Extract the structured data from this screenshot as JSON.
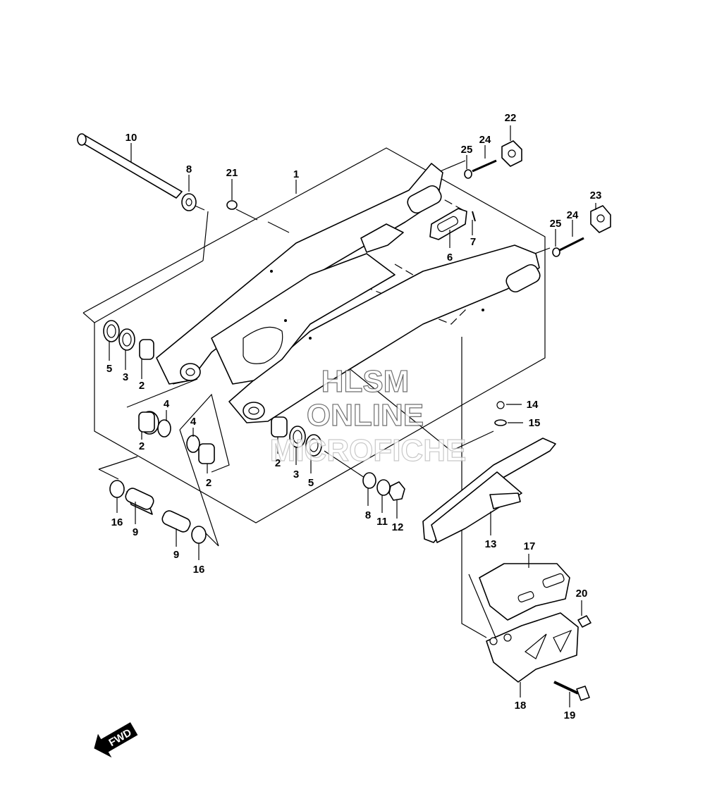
{
  "diagram": {
    "callouts": [
      {
        "id": "c1",
        "label": "1"
      },
      {
        "id": "c2a",
        "label": "2"
      },
      {
        "id": "c2b",
        "label": "2"
      },
      {
        "id": "c2c",
        "label": "2"
      },
      {
        "id": "c2d",
        "label": "2"
      },
      {
        "id": "c3a",
        "label": "3"
      },
      {
        "id": "c3b",
        "label": "3"
      },
      {
        "id": "c4a",
        "label": "4"
      },
      {
        "id": "c4b",
        "label": "4"
      },
      {
        "id": "c5a",
        "label": "5"
      },
      {
        "id": "c5b",
        "label": "5"
      },
      {
        "id": "c6",
        "label": "6"
      },
      {
        "id": "c7",
        "label": "7"
      },
      {
        "id": "c8a",
        "label": "8"
      },
      {
        "id": "c8b",
        "label": "8"
      },
      {
        "id": "c9a",
        "label": "9"
      },
      {
        "id": "c9b",
        "label": "9"
      },
      {
        "id": "c10",
        "label": "10"
      },
      {
        "id": "c11",
        "label": "11"
      },
      {
        "id": "c12",
        "label": "12"
      },
      {
        "id": "c13",
        "label": "13"
      },
      {
        "id": "c14",
        "label": "14"
      },
      {
        "id": "c15",
        "label": "15"
      },
      {
        "id": "c16a",
        "label": "16"
      },
      {
        "id": "c16b",
        "label": "16"
      },
      {
        "id": "c17",
        "label": "17"
      },
      {
        "id": "c18",
        "label": "18"
      },
      {
        "id": "c19",
        "label": "19"
      },
      {
        "id": "c20",
        "label": "20"
      },
      {
        "id": "c21",
        "label": "21"
      },
      {
        "id": "c22",
        "label": "22"
      },
      {
        "id": "c23",
        "label": "23"
      },
      {
        "id": "c24a",
        "label": "24"
      },
      {
        "id": "c24b",
        "label": "24"
      },
      {
        "id": "c25a",
        "label": "25"
      },
      {
        "id": "c25b",
        "label": "25"
      }
    ],
    "direction_label": "FWD",
    "watermark": {
      "line1": "HLSM",
      "line2": "ONLINE",
      "line3": "MICROFICHE"
    }
  }
}
